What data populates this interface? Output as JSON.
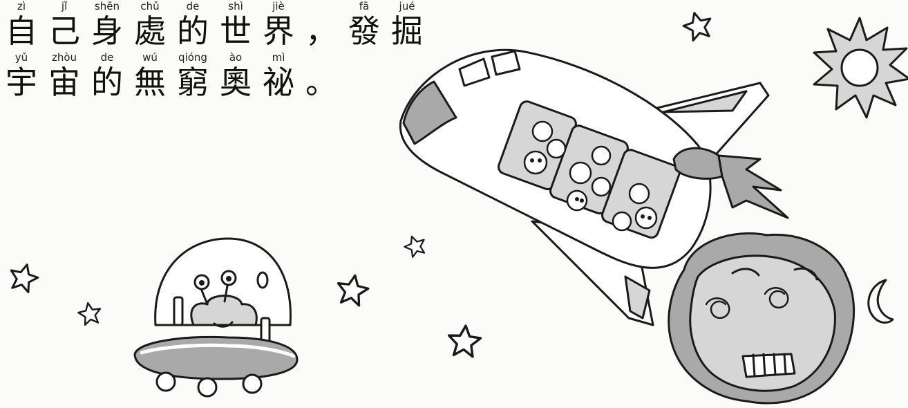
{
  "text": {
    "line1": [
      {
        "py": "zì",
        "hz": "自"
      },
      {
        "py": "jǐ",
        "hz": "己"
      },
      {
        "py": "shēn",
        "hz": "身"
      },
      {
        "py": "chǔ",
        "hz": "處"
      },
      {
        "py": "de",
        "hz": "的"
      },
      {
        "py": "shì",
        "hz": "世"
      },
      {
        "py": "jiè",
        "hz": "界"
      },
      {
        "py": "",
        "hz": "，"
      },
      {
        "py": "fā",
        "hz": "發"
      },
      {
        "py": "jué",
        "hz": "掘"
      }
    ],
    "line2": [
      {
        "py": "yǔ",
        "hz": "宇"
      },
      {
        "py": "zhòu",
        "hz": "宙"
      },
      {
        "py": "de",
        "hz": "的"
      },
      {
        "py": "wú",
        "hz": "無"
      },
      {
        "py": "qióng",
        "hz": "窮"
      },
      {
        "py": "ào",
        "hz": "奧"
      },
      {
        "py": "mì",
        "hz": "祕"
      },
      {
        "py": "",
        "hz": "。"
      }
    ]
  },
  "illustration": {
    "icons": [
      "spaceship-icon",
      "ufo-alien-icon",
      "sun-icon",
      "moon-icon",
      "dizzy-planet-icon",
      "star-icon"
    ],
    "colors": {
      "line": "#1a1a1a",
      "shade": "#a9a9a9",
      "light": "#d6d6d6",
      "paper": "#fbfbf9"
    }
  }
}
